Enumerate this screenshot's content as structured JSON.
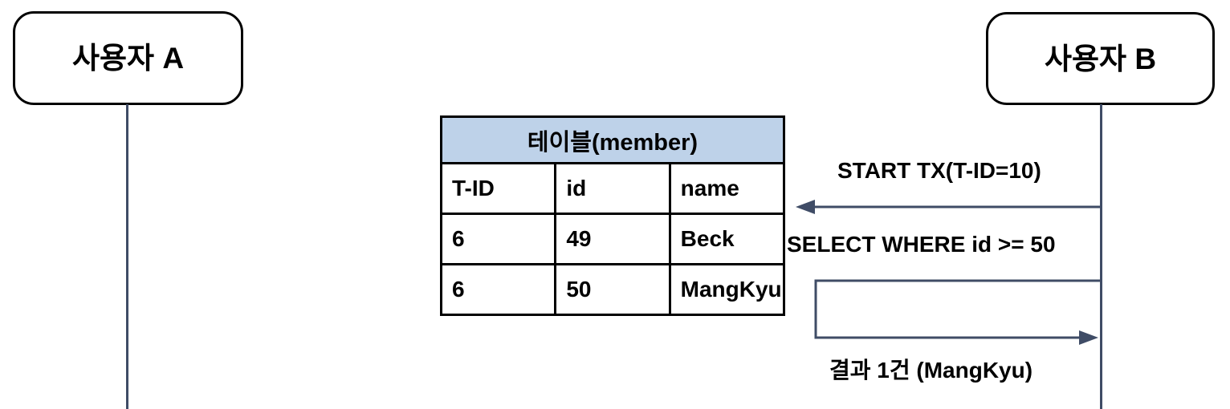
{
  "diagram": {
    "type": "sequence-diagram",
    "title_present": false,
    "colors": {
      "table_header_fill": "#bed2e9",
      "arrow_line": "#3f4c66",
      "lifeline": "#3f4c66",
      "actor_border": "#000000",
      "text": "#000000",
      "background": "#ffffff"
    }
  },
  "actors": [
    {
      "id": "actor-a",
      "label": "사용자 A"
    },
    {
      "id": "actor-b",
      "label": "사용자 B"
    }
  ],
  "table": {
    "caption": "테이블(member)",
    "columns": [
      "T-ID",
      "id",
      "name"
    ],
    "rows": [
      {
        "t_id": "6",
        "id": "49",
        "name": "Beck"
      },
      {
        "t_id": "6",
        "id": "50",
        "name": "MangKyu"
      }
    ]
  },
  "messages": [
    {
      "id": "start-tx",
      "label": "START TX(T-ID=10)",
      "direction": "right-to-left",
      "from": "actor-b",
      "to": "table"
    },
    {
      "id": "select",
      "label": "SELECT WHERE id >= 50",
      "direction": "right-to-left",
      "from": "actor-b",
      "to": "table"
    },
    {
      "id": "result",
      "label": "결과 1건 (MangKyu)",
      "direction": "left-to-right",
      "from": "table",
      "to": "actor-b"
    }
  ]
}
